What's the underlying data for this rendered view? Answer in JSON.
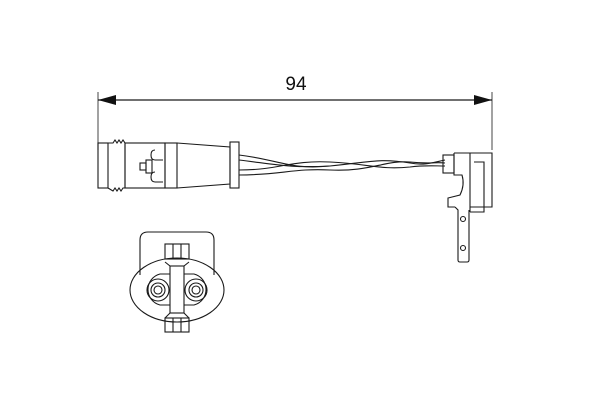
{
  "diagram": {
    "type": "technical-line-drawing",
    "subject": "brake pad wear sensor with connector",
    "dimension": {
      "value": "94",
      "orientation": "horizontal"
    },
    "views": [
      {
        "name": "side-view",
        "parts": [
          "plug-connector",
          "twisted-wires",
          "sensor-head-with-tab"
        ]
      },
      {
        "name": "connector-front-view",
        "parts": [
          "housing",
          "two-pin-sockets",
          "latch"
        ]
      }
    ],
    "colors": {
      "line": "#1a1a1a",
      "background": "#ffffff"
    }
  }
}
